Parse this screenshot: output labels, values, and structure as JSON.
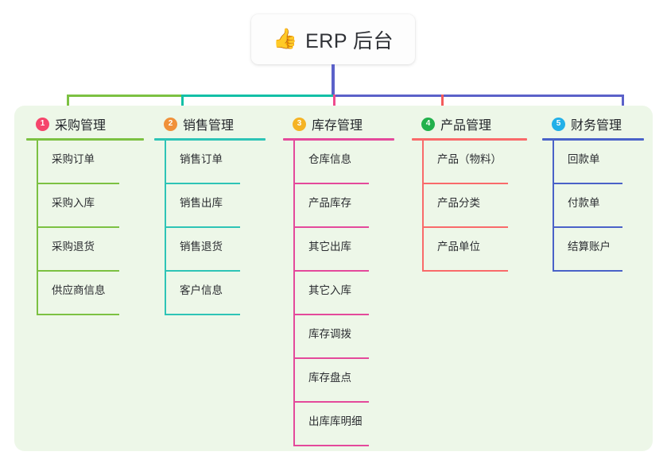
{
  "root": {
    "icon": "thumbs-up-emoji",
    "emoji": "👍",
    "title": "ERP 后台"
  },
  "palette": {
    "panel_bg": "#edf7e8",
    "connector_green": "#7cc142",
    "connector_teal": "#13c0a6",
    "connector_blue": "#5b61c9",
    "drop_pink": "#ee4b8d",
    "drop_red": "#f45b5b"
  },
  "columns": [
    {
      "index": "1",
      "title": "采购管理",
      "badge_color": "#f5456b",
      "line_color": "#7cc142",
      "drop_color": "#7cc142",
      "items": [
        "采购订单",
        "采购入库",
        "采购退货",
        "供应商信息"
      ]
    },
    {
      "index": "2",
      "title": "销售管理",
      "badge_color": "#f0913a",
      "line_color": "#2ec4b6",
      "drop_color": "#13c0a6",
      "items": [
        "销售订单",
        "销售出库",
        "销售退货",
        "客户信息"
      ]
    },
    {
      "index": "3",
      "title": "库存管理",
      "badge_color": "#f5b324",
      "line_color": "#e4499b",
      "drop_color": "#ee4b8d",
      "items": [
        "仓库信息",
        "产品库存",
        "其它出库",
        "其它入库",
        "库存调拨",
        "库存盘点",
        "出库库明细"
      ]
    },
    {
      "index": "4",
      "title": "产品管理",
      "badge_color": "#22b14c",
      "line_color": "#f96a6a",
      "drop_color": "#f45b5b",
      "items": [
        "产品（物料）",
        "产品分类",
        "产品单位"
      ]
    },
    {
      "index": "5",
      "title": "财务管理",
      "badge_color": "#22b0e8",
      "line_color": "#4a62c8",
      "drop_color": "#5b61c9",
      "items": [
        "回款单",
        "付款单",
        "结算账户"
      ]
    }
  ]
}
